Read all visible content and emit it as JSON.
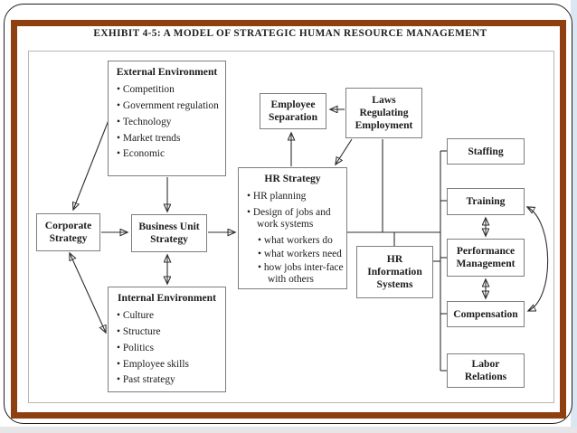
{
  "slide": {
    "title": "EXHIBIT 4-5: A MODEL OF STRATEGIC HUMAN RESOURCE MANAGEMENT"
  },
  "colors": {
    "frame_brown": "#8e4011",
    "outer_line": "#1f1f1f",
    "box_border": "#7e7e7e",
    "connector_line": "#2f2f2f",
    "text": "#1c1c1c"
  },
  "diagram": {
    "external_environment": {
      "title": "External Environment",
      "items": [
        "Competition",
        "Government regulation",
        "Technology",
        "Market trends",
        "Economic"
      ]
    },
    "employee_separation": {
      "title": "Employee Separation"
    },
    "laws_regulating_employment": {
      "title": "Laws Regulating Employment"
    },
    "hr_strategy": {
      "title": "HR Strategy",
      "item1": "HR planning",
      "item2": "Design of jobs and work systems",
      "subitems": [
        "what workers do",
        "what workers need",
        "how jobs inter-face with others"
      ]
    },
    "corporate_strategy": {
      "title": "Corporate Strategy"
    },
    "business_unit_strategy": {
      "title": "Business Unit Strategy"
    },
    "internal_environment": {
      "title": "Internal Environment",
      "items": [
        "Culture",
        "Structure",
        "Politics",
        "Employee skills",
        "Past strategy"
      ]
    },
    "hr_information_systems": {
      "title": "HR Information Systems"
    },
    "staffing": {
      "title": "Staffing"
    },
    "training": {
      "title": "Training"
    },
    "performance_management": {
      "title": "Performance Management"
    },
    "compensation": {
      "title": "Compensation"
    },
    "labor_relations": {
      "title": "Labor Relations"
    }
  }
}
